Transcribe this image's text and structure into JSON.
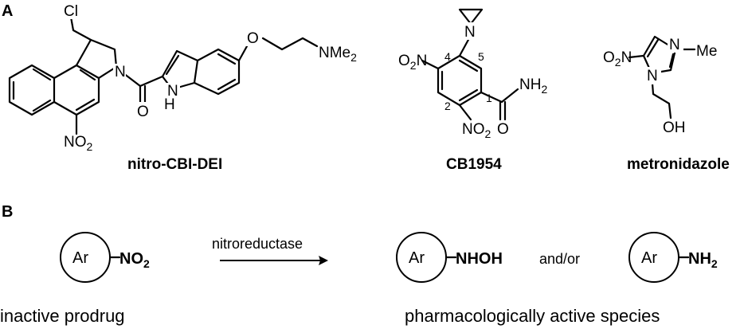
{
  "panel_a": {
    "label": "A",
    "nitro_cbi_dei": {
      "name": "nitro-CBI-DEI",
      "atom_cl": "Cl",
      "atom_n": "N",
      "atom_o": "O",
      "atom_nh": "N",
      "atom_nh_h": "H",
      "atom_ether_o": "O",
      "atom_nme2": "NMe",
      "atom_nme2_sub": "2",
      "atom_no2": "NO",
      "atom_no2_sub": "2"
    },
    "cb1954": {
      "name": "CB1954",
      "atom_aziridine_n": "N",
      "atom_no2_left": "O",
      "atom_no2_left_sub": "2",
      "atom_no2_left_n": "N",
      "atom_no2_bottom": "NO",
      "atom_no2_bottom_sub": "2",
      "atom_nh2": "NH",
      "atom_nh2_sub": "2",
      "atom_o": "O",
      "pos_4": "4",
      "pos_5": "5",
      "pos_2": "2",
      "pos_1": "1"
    },
    "metronidazole": {
      "name": "metronidazole",
      "atom_n_top": "N",
      "atom_n_ring": "N",
      "atom_me": "Me",
      "atom_no2_o": "O",
      "atom_no2_sub": "2",
      "atom_no2_n": "N",
      "atom_oh": "OH"
    }
  },
  "panel_b": {
    "label": "B",
    "prodrug_ring": "Ar",
    "prodrug_group": "NO",
    "prodrug_group_sub": "2",
    "arrow_label": "nitroreductase",
    "product1_ring": "Ar",
    "product1_group": "NHOH",
    "connector": "and/or",
    "product2_ring": "Ar",
    "product2_group": "NH",
    "product2_group_sub": "2",
    "caption_left": "inactive prodrug",
    "caption_right": "pharmacologically active species"
  }
}
